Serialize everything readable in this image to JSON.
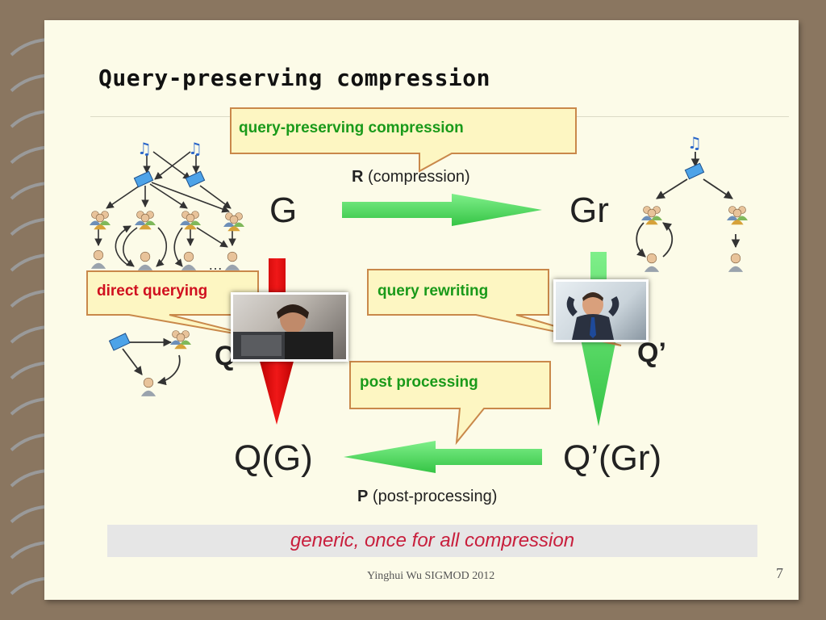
{
  "slide": {
    "title": "Query-preserving compression",
    "footer": "Yinghui Wu SIGMOD 2012",
    "page_number": "7",
    "banner": "generic, once for all compression"
  },
  "callouts": {
    "top": "query-preserving compression",
    "direct": "direct querying",
    "rewrite": "query rewriting",
    "post": "post processing"
  },
  "labels": {
    "g": "G",
    "gr": "Gr",
    "q_left": "Q",
    "q_prime": "Q’",
    "qg": "Q(G)",
    "qprime_gr": "Q’(Gr)",
    "r_letter": "R",
    "r_caption": "(compression)",
    "p_letter": "P",
    "p_caption": "(post-processing)",
    "ellipsis": "…"
  },
  "colors": {
    "green_arrow": "#4cd95a",
    "red_arrow": "#d10b0b",
    "callout_fill": "#fdf6c2",
    "callout_border": "#c9884a"
  },
  "icons": [
    "music-note-icon",
    "book-icon",
    "user-group-icon",
    "user-icon",
    "frustrated-person-photo",
    "relaxed-person-photo",
    "spiral-binding"
  ]
}
